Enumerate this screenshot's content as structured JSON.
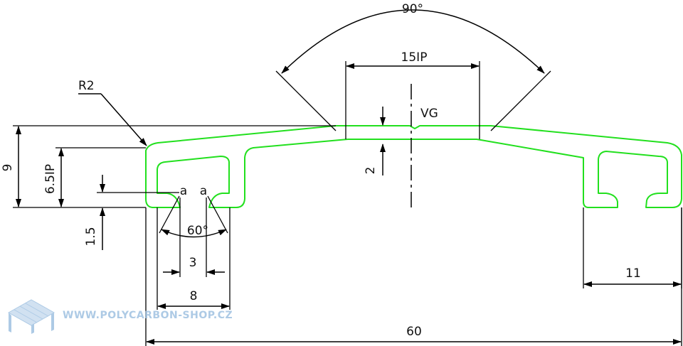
{
  "drawing": {
    "dimensions": {
      "angle_top": "90°",
      "center_width": "15IP",
      "vg": "VG",
      "groove_depth": "2",
      "radius": "R2",
      "total_height": "9",
      "inner_height": "6.5IP",
      "lip_height": "1.5",
      "groove_mark_a1": "a",
      "groove_mark_a2": "a",
      "groove_angle": "60°",
      "groove_width": "3",
      "channel_width": "8",
      "right_channel_width": "11",
      "total_width": "60"
    },
    "colors": {
      "profile_line": "#22e01e",
      "dimension_line": "#000000",
      "watermark": "#9fc1e1"
    }
  },
  "watermark": {
    "text": "WWW.POLYCARBON-SHOP.CZ",
    "icon": "greenhouse-icon"
  }
}
